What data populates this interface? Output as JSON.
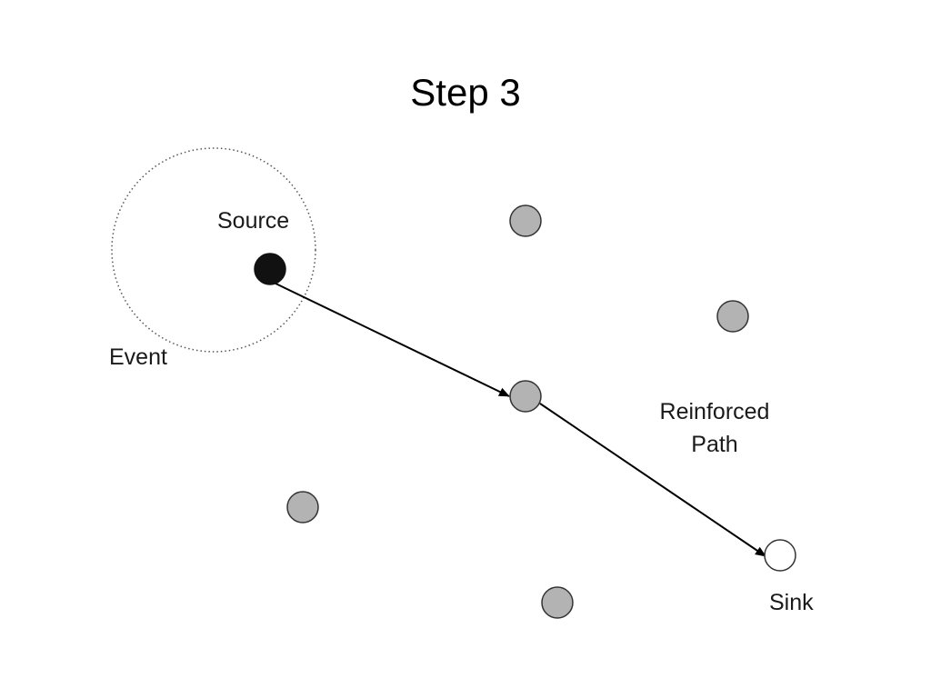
{
  "title": "Step 3",
  "labels": {
    "source": "Source",
    "event": "Event",
    "reinforced_path_line1": "Reinforced",
    "reinforced_path_line2": "Path",
    "sink": "Sink"
  },
  "colors": {
    "source_node": "#111111",
    "relay_node": "#b3b3b3",
    "sink_node": "#ffffff",
    "node_stroke": "#333333",
    "edge": "#000000",
    "event_boundary": "#555555"
  }
}
